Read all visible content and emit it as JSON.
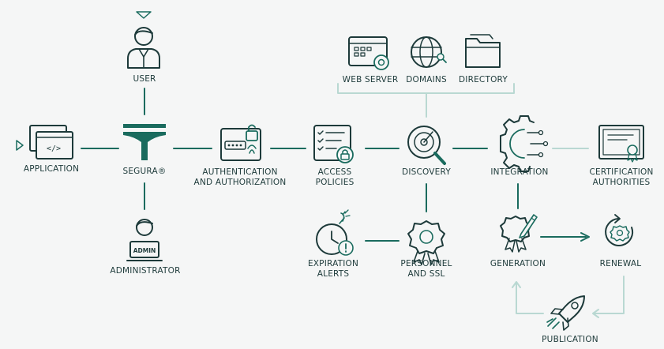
{
  "nodes": {
    "user": "USER",
    "application": "APPLICATION",
    "segura": "SEGURA®",
    "administrator": "ADMINISTRATOR",
    "auth_line1": "AUTHENTICATION",
    "auth_line2": "AND AUTHORIZATION",
    "access_line1": "ACCESS",
    "access_line2": "POLICIES",
    "web_server": "WEB SERVER",
    "domains": "DOMAINS",
    "directory": "DIRECTORY",
    "discovery": "DISCOVERY",
    "integration": "INTEGRATION",
    "cert_line1": "CERTIFICATION",
    "cert_line2": "AUTHORITIES",
    "expiration_line1": "EXPIRATION",
    "expiration_line2": "ALERTS",
    "personnel_line1": "PERSONNEL",
    "personnel_line2": "AND SSL",
    "generation": "GENERATION",
    "renewal": "RENEWAL",
    "publication": "PUBLICATION"
  },
  "icon_text": {
    "admin_badge": "ADMIN",
    "code_tag": "</>"
  },
  "colors": {
    "primary": "#1a6b5e",
    "stroke": "#1d3a3a",
    "light": "#b9d8d2",
    "background": "#f5f6f6"
  }
}
